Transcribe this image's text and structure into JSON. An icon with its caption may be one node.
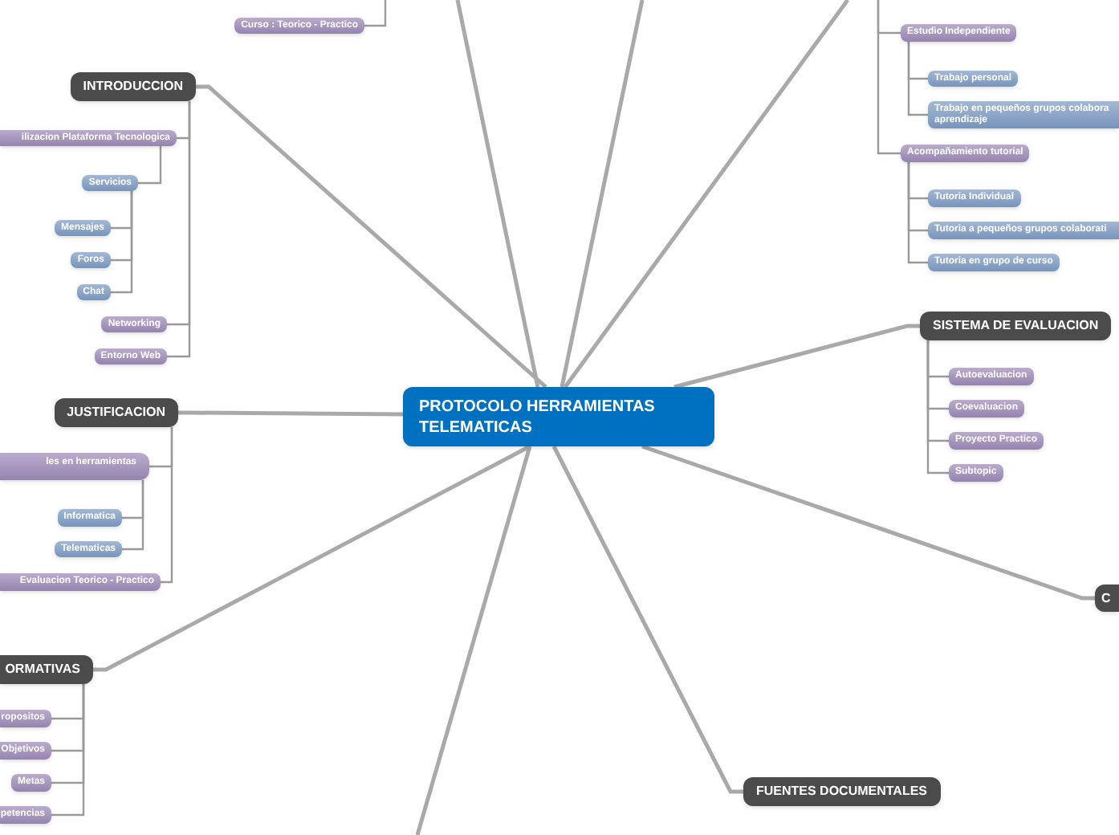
{
  "diagram": {
    "nodes": [
      {
        "text": [
          "PROTOCOLO HERRAMIENTAS TELEMATICAS"
        ]
      },
      {
        "text": [
          "Curso : Teorico - Practico"
        ]
      },
      {
        "text": [
          "INTRODUCCION"
        ]
      },
      {
        "text": [
          "ilizacion Plataforma Tecnologica"
        ]
      },
      {
        "text": [
          "Servicios"
        ]
      },
      {
        "text": [
          "Mensajes"
        ]
      },
      {
        "text": [
          "Foros"
        ]
      },
      {
        "text": [
          "Chat"
        ]
      },
      {
        "text": [
          "Networking"
        ]
      },
      {
        "text": [
          "Entorno Web"
        ]
      },
      {
        "text": [
          "JUSTIFICACION"
        ]
      },
      {
        "text": [
          "les en herramientas"
        ]
      },
      {
        "text": [
          "Informatica"
        ]
      },
      {
        "text": [
          "Telematicas"
        ]
      },
      {
        "text": [
          "Evaluacion Teorico - Practico"
        ]
      },
      {
        "text": [
          "ORMATIVAS"
        ]
      },
      {
        "text": [
          "ropositos"
        ]
      },
      {
        "text": [
          "Objetivos"
        ]
      },
      {
        "text": [
          "Metas"
        ]
      },
      {
        "text": [
          "petencias"
        ]
      },
      {
        "text": [
          "Estudio Independiente"
        ]
      },
      {
        "text": [
          "Trabajo personal"
        ]
      },
      {
        "text": [
          "Trabajo en pequeños grupos colabora aprendizaje"
        ]
      },
      {
        "text": [
          "Acompañamiento tutorial"
        ]
      },
      {
        "text": [
          "Tutoria Individual"
        ]
      },
      {
        "text": [
          "Tutoria a pequeños grupos colaborati"
        ]
      },
      {
        "text": [
          "Tutoria en grupo de curso"
        ]
      },
      {
        "text": [
          "SISTEMA DE EVALUACION"
        ]
      },
      {
        "text": [
          "Autoevaluacion"
        ]
      },
      {
        "text": [
          "Coevaluacion"
        ]
      },
      {
        "text": [
          "Proyecto Practico"
        ]
      },
      {
        "text": [
          "Subtopic"
        ]
      },
      {
        "text": [
          "C"
        ]
      },
      {
        "text": [
          "FUENTES DOCUMENTALES"
        ]
      }
    ],
    "edges": [
      {
        "from": 0,
        "to": 2,
        "arrow": "none"
      },
      {
        "from": 0,
        "to": 10,
        "arrow": "none"
      },
      {
        "from": 0,
        "to": 15,
        "arrow": "none"
      },
      {
        "from": 0,
        "to": 27,
        "arrow": "none"
      },
      {
        "from": 0,
        "to": 32,
        "arrow": "none"
      },
      {
        "from": 0,
        "to": 33,
        "arrow": "none"
      },
      {
        "from": 0,
        "to": null,
        "arrow": "none"
      },
      {
        "from": 0,
        "to": null,
        "arrow": "none"
      },
      {
        "from": 0,
        "to": null,
        "arrow": "none"
      },
      {
        "from": 0,
        "to": null,
        "arrow": "none"
      },
      {
        "from": null,
        "to": 1,
        "arrow": "none"
      },
      {
        "from": 2,
        "to": 3,
        "arrow": "none"
      },
      {
        "from": 3,
        "to": 4,
        "arrow": "none"
      },
      {
        "from": 4,
        "to": 5,
        "arrow": "none"
      },
      {
        "from": 4,
        "to": 6,
        "arrow": "none"
      },
      {
        "from": 4,
        "to": 7,
        "arrow": "none"
      },
      {
        "from": 2,
        "to": 8,
        "arrow": "none"
      },
      {
        "from": 2,
        "to": 9,
        "arrow": "none"
      },
      {
        "from": 10,
        "to": 11,
        "arrow": "none"
      },
      {
        "from": 11,
        "to": 12,
        "arrow": "none"
      },
      {
        "from": 11,
        "to": 13,
        "arrow": "none"
      },
      {
        "from": 10,
        "to": 14,
        "arrow": "none"
      },
      {
        "from": 15,
        "to": 16,
        "arrow": "none"
      },
      {
        "from": 15,
        "to": 17,
        "arrow": "none"
      },
      {
        "from": 15,
        "to": 18,
        "arrow": "none"
      },
      {
        "from": 15,
        "to": 19,
        "arrow": "none"
      },
      {
        "from": null,
        "to": 20,
        "arrow": "none"
      },
      {
        "from": 20,
        "to": 21,
        "arrow": "none"
      },
      {
        "from": 20,
        "to": 22,
        "arrow": "none"
      },
      {
        "from": null,
        "to": 23,
        "arrow": "none"
      },
      {
        "from": 23,
        "to": 24,
        "arrow": "none"
      },
      {
        "from": 23,
        "to": 25,
        "arrow": "none"
      },
      {
        "from": 23,
        "to": 26,
        "arrow": "none"
      },
      {
        "from": 27,
        "to": 28,
        "arrow": "none"
      },
      {
        "from": 27,
        "to": 29,
        "arrow": "none"
      },
      {
        "from": 27,
        "to": 30,
        "arrow": "none"
      },
      {
        "from": 27,
        "to": 31,
        "arrow": "none"
      }
    ]
  }
}
